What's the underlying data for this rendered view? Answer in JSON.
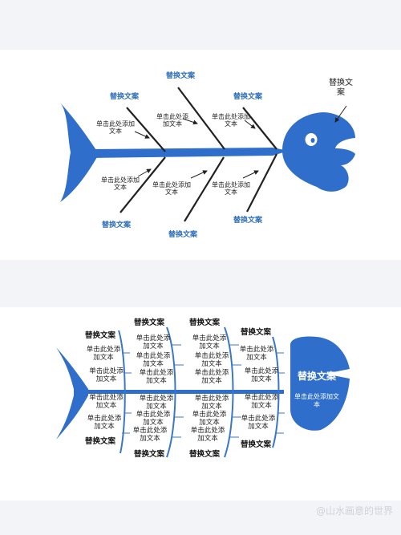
{
  "diagram1": {
    "head_callout": "替换文案",
    "titles": [
      "替换文案",
      "替换文案",
      "替换文案",
      "替换文案",
      "替换文案"
    ],
    "notes": [
      "单击此处添加文本",
      "单击此处添加文本",
      "单击此处添加文本",
      "单击此处添加文本",
      "单击此处添加文本",
      "单击此处添加文本"
    ]
  },
  "diagram2": {
    "head_title": "替换文案",
    "head_note": "单击此处添加文本",
    "titles": [
      "替换文案",
      "替换文案",
      "替换文案",
      "替换文案",
      "替换文案",
      "替换文案",
      "替换文案",
      "替换文案"
    ],
    "notes": [
      "单击此处添加文本",
      "单击此处添加文本"
    ]
  },
  "watermark": "@山水画意的世界",
  "colors": {
    "fish_blue": "#2f6fcb",
    "title_blue": "#2f6fb8",
    "bone_dark": "#222222",
    "rib_blue": "#3a77c8"
  }
}
